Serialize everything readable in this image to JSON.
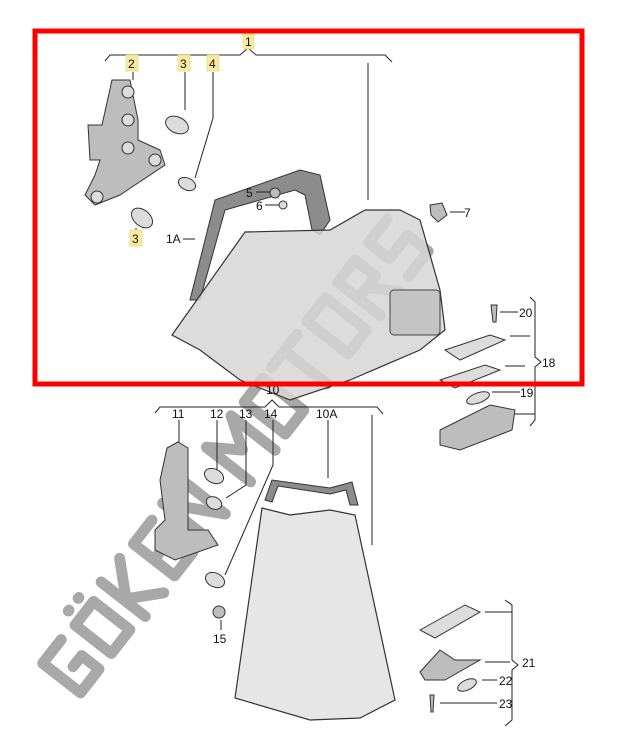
{
  "diagram": {
    "title_label": "1",
    "watermark": "GÖKEN MOTORS",
    "highlight_color": "#f8eaa0",
    "frame_color": "#ff0000",
    "upper_labels": {
      "l1": "1",
      "l2": "2",
      "l3a": "3",
      "l4": "4",
      "l3b": "3",
      "l1a": "1A",
      "l5": "5",
      "l6": "6",
      "l7": "7",
      "l20": "20",
      "l18": "18",
      "l19": "19"
    },
    "lower_labels": {
      "l10": "10",
      "l11": "11",
      "l12": "12",
      "l13": "13",
      "l14": "14",
      "l10a": "10A",
      "l15": "15",
      "l21": "21",
      "l22": "22",
      "l23": "23"
    }
  }
}
